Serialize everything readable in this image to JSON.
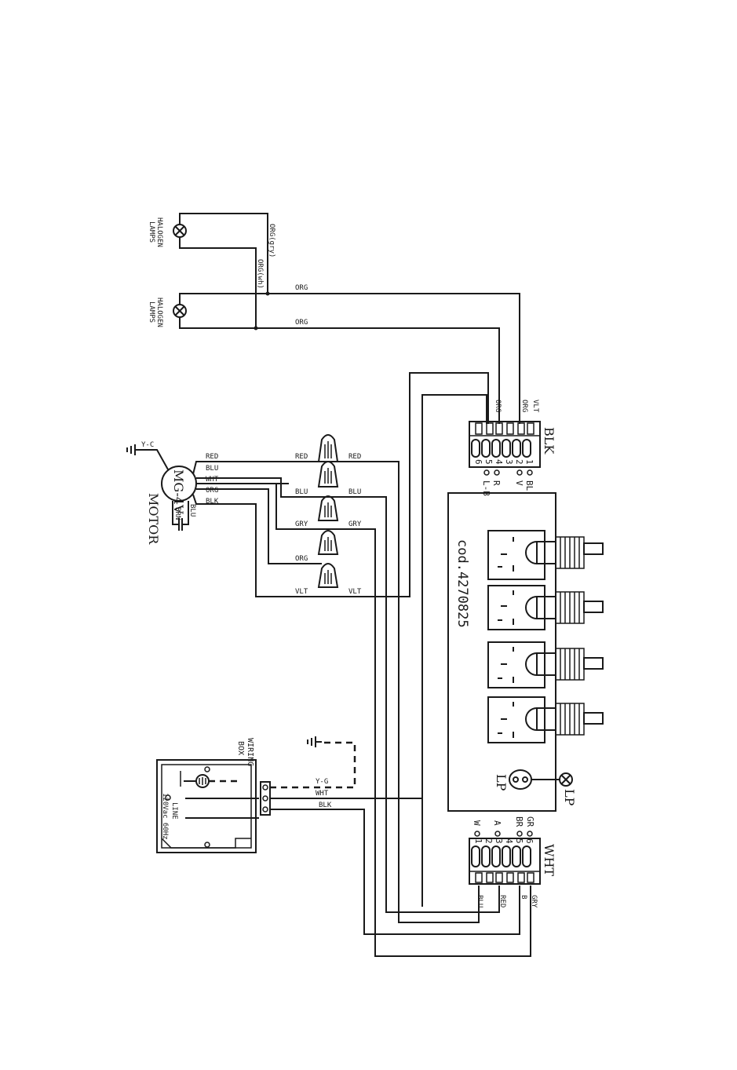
{
  "lamps": {
    "label_line1": "HALOGEN",
    "label_line2": "LAMPS"
  },
  "wires": {
    "org_gry": "ORG(gry)",
    "org_wh": "ORG(wh)",
    "org": "ORG",
    "red": "RED",
    "blu": "BLU",
    "wht": "WHT",
    "blk": "BLK",
    "gry": "GRY",
    "vlt": "VLT",
    "yc": "Y-C",
    "yg": "Y-G",
    "brn": "BRN",
    "b": "B"
  },
  "motor": {
    "model": "MG-4V",
    "label": "MOTOR"
  },
  "board": {
    "code": "cod.4270825",
    "lp": "LP"
  },
  "connector_blk": {
    "name": "BLK",
    "pins": [
      "1",
      "2",
      "3",
      "4",
      "5",
      "6"
    ],
    "terminals": [
      "BL",
      "V",
      "R",
      "L-B"
    ]
  },
  "connector_wht": {
    "name": "WHT",
    "pins": [
      "1",
      "2",
      "3",
      "4",
      "5",
      "6"
    ],
    "terminals": [
      "W",
      "A",
      "BR",
      "GR"
    ]
  },
  "wiring_box": {
    "line1": "WIRING",
    "line2": "BOX",
    "supply": "120Vac 60Hz",
    "line": "LINE"
  }
}
